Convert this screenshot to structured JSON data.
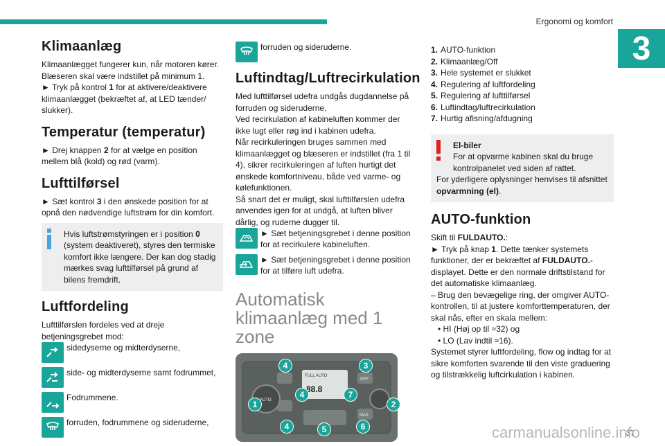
{
  "header": {
    "title": "Ergonomi og komfort",
    "chapter": "3"
  },
  "col1": {
    "klimaanlaeg": {
      "title": "Klimaanlæg",
      "p1": "Klimaanlægget fungerer kun, når motoren kører.",
      "p2": "Blæseren skal være indstillet på minimum 1.",
      "p3a": "► Tryk på kontrol ",
      "p3b": "1",
      "p3c": " for at aktivere/deaktivere klimaanlægget (bekræftet af, at LED tænder/ slukker)."
    },
    "temperatur": {
      "title": "Temperatur (temperatur)",
      "pa": "► Drej knappen ",
      "pb": "2",
      "pc": " for at vælge en position mellem blå (kold) og rød (varm)."
    },
    "lufttilforsel": {
      "title": "Lufttilførsel",
      "pa": "► Sæt kontrol ",
      "pb": "3",
      "pc": " i den ønskede position for at opnå den nødvendige luftstrøm for din komfort.",
      "info_a": "Hvis luftstrømstyringen er i position ",
      "info_b": "0",
      "info_c": " (system deaktiveret), styres den termiske komfort ikke længere. Der kan dog stadig mærkes svag lufttilførsel på grund af bilens fremdrift."
    },
    "luftfordeling": {
      "title": "Luftfordeling",
      "intro": "Lufttilførslen fordeles ved at dreje betjeningsgrebet mod:",
      "items": [
        "sidedyserne og midterdyserne,",
        "side- og midterdyserne samt fodrummet,",
        "Fodrummene.",
        "forruden, fodrummene og sideruderne,"
      ]
    }
  },
  "col2": {
    "cont": "forruden og sideruderne.",
    "recirk": {
      "title": "Luftindtag/Luftrecirkulation",
      "body": "Med lufttilførsel udefra undgås dugdannelse på forruden og sideruderne.\nVed recirkulation af kabineluften kommer der ikke lugt eller røg ind i kabinen udefra.\nNår recirkuleringen bruges sammen med klimaanlægget og blæseren er indstillet (fra 1 til 4), sikrer recirkuleringen af luften hurtigt det ønskede komfortniveau, både ved varme- og kølefunktionen.\nSå snart det er muligt, skal lufttilførslen udefra anvendes igen for at undgå, at luften bliver dårlig, og ruderne dugger til.",
      "items": [
        "► Sæt betjeningsgrebet i denne position for at recirkulere kabineluften.",
        "► Sæt betjeningsgrebet i denne position for at tilføre luft udefra."
      ]
    },
    "auto_title": "Automatisk klimaanlæg med 1 zone",
    "panel": {
      "display": "FULL AUTO",
      "digits": "88.8",
      "btn_off": "OFF",
      "btn_auto": "AUTO",
      "btn_max": "MAX",
      "callouts": [
        "1",
        "2",
        "3",
        "4",
        "4",
        "4",
        "5",
        "6",
        "7"
      ]
    }
  },
  "col3": {
    "list": [
      {
        "n": "1.",
        "t": "AUTO-funktion"
      },
      {
        "n": "2.",
        "t": "Klimaanlæg/Off"
      },
      {
        "n": "3.",
        "t": "Hele systemet er slukket"
      },
      {
        "n": "4.",
        "t": "Regulering af luftfordeling"
      },
      {
        "n": "5.",
        "t": "Regulering af lufttilførsel"
      },
      {
        "n": "6.",
        "t": "Luftindtag/luftrecirkulation"
      },
      {
        "n": "7.",
        "t": "Hurtig afisning/afdugning"
      }
    ],
    "warn": {
      "title": "El-biler",
      "body1": "For at opvarme kabinen skal du bruge kontrolpanelet ved siden af rattet.",
      "body2a": "For yderligere oplysninger henvises til afsnittet ",
      "body2b": "opvarmning (el)",
      "body2c": "."
    },
    "auto": {
      "title": "AUTO-funktion",
      "skift_a": "Skift til ",
      "skift_b": "FULDAUTO.",
      "skift_c": ":",
      "p1a": "► Tryk på knap ",
      "p1b": "1",
      "p1c": ". Dette tænker systemets funktioner, der er bekræftet af ",
      "p1d": "FULDAUTO.",
      "p1e": "-displayet. Dette er den normale driftstilstand for det automatiske klimaanlæg.",
      "p2": "– Brug den bevægelige ring, der omgiver AUTO-kontrollen, til at justere komforttemperaturen, der skal nås, efter en skala mellem:",
      "b1": "• HI (Høj op til ≈32) og",
      "b2": "• LO (Lav indtil ≈16).",
      "p3": "Systemet styrer luftfordeling, flow og indtag for at sikre komforten svarende til den viste graduering og tilstrækkelig luftcirkulation i kabinen."
    }
  },
  "footer": {
    "page": "37",
    "watermark": "carmanualsonline.info"
  }
}
